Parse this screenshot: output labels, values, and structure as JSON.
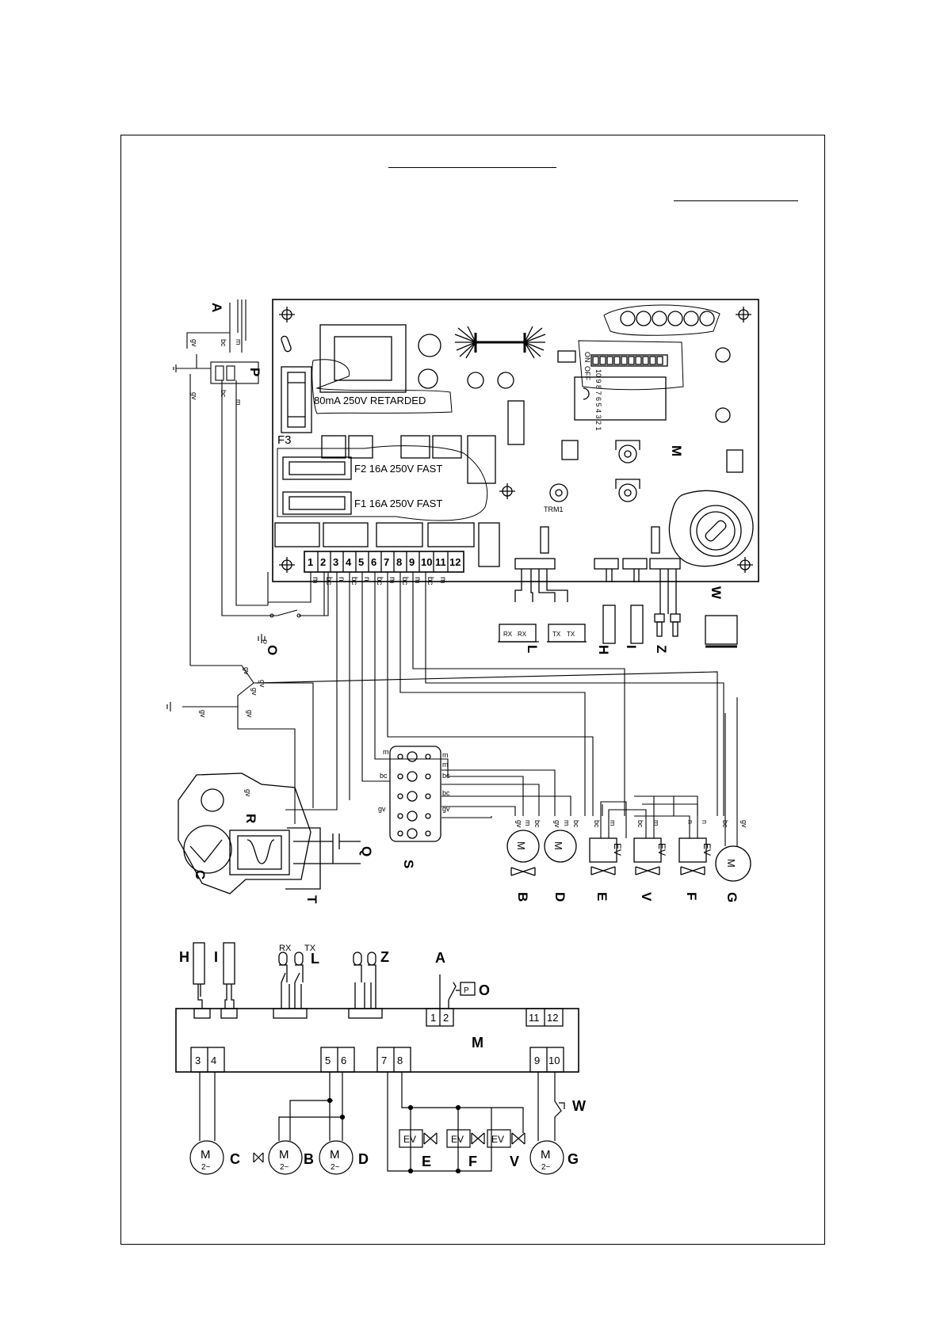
{
  "labels": {
    "fuse_f3": "80mA 250V RETARDED",
    "fuse_f2": "F2  16A 250V FAST",
    "fuse_f1": "F1  16A 250V FAST",
    "f3_tag": "F3",
    "trm": "TRM1",
    "dip_on": "ON",
    "dip_off": "OFF",
    "dip_nums": "10 9 8 7 6 5 4 3 2 1",
    "terminals": [
      "1",
      "2",
      "3",
      "4",
      "5",
      "6",
      "7",
      "8",
      "9",
      "10",
      "11",
      "12"
    ],
    "wire_codes": [
      "m",
      "bc",
      "n",
      "bc",
      "n",
      "bc",
      "m",
      "bc",
      "m",
      "bc",
      "m"
    ],
    "rx": "RX",
    "tx": "TX",
    "gv": "gv",
    "bc": "bc",
    "m": "m",
    "n": "n",
    "ev": "EV",
    "motor": "M",
    "motor_sub": "2~",
    "p": "P"
  },
  "components": {
    "A": "A",
    "P": "P",
    "M": "M",
    "W": "W",
    "L": "L",
    "H": "H",
    "I": "I",
    "Z": "Z",
    "O": "O",
    "R": "R",
    "C": "C",
    "Q": "Q",
    "T": "T",
    "S": "S",
    "B": "B",
    "D": "D",
    "E": "E",
    "V": "V",
    "F": "F",
    "G": "G"
  },
  "schematic": {
    "top_terms": [
      "1",
      "2",
      "11",
      "12"
    ],
    "bottom_terms": [
      [
        "3",
        "4"
      ],
      [
        "5",
        "6"
      ],
      [
        "7",
        "8"
      ],
      [
        "9",
        "10"
      ]
    ]
  }
}
